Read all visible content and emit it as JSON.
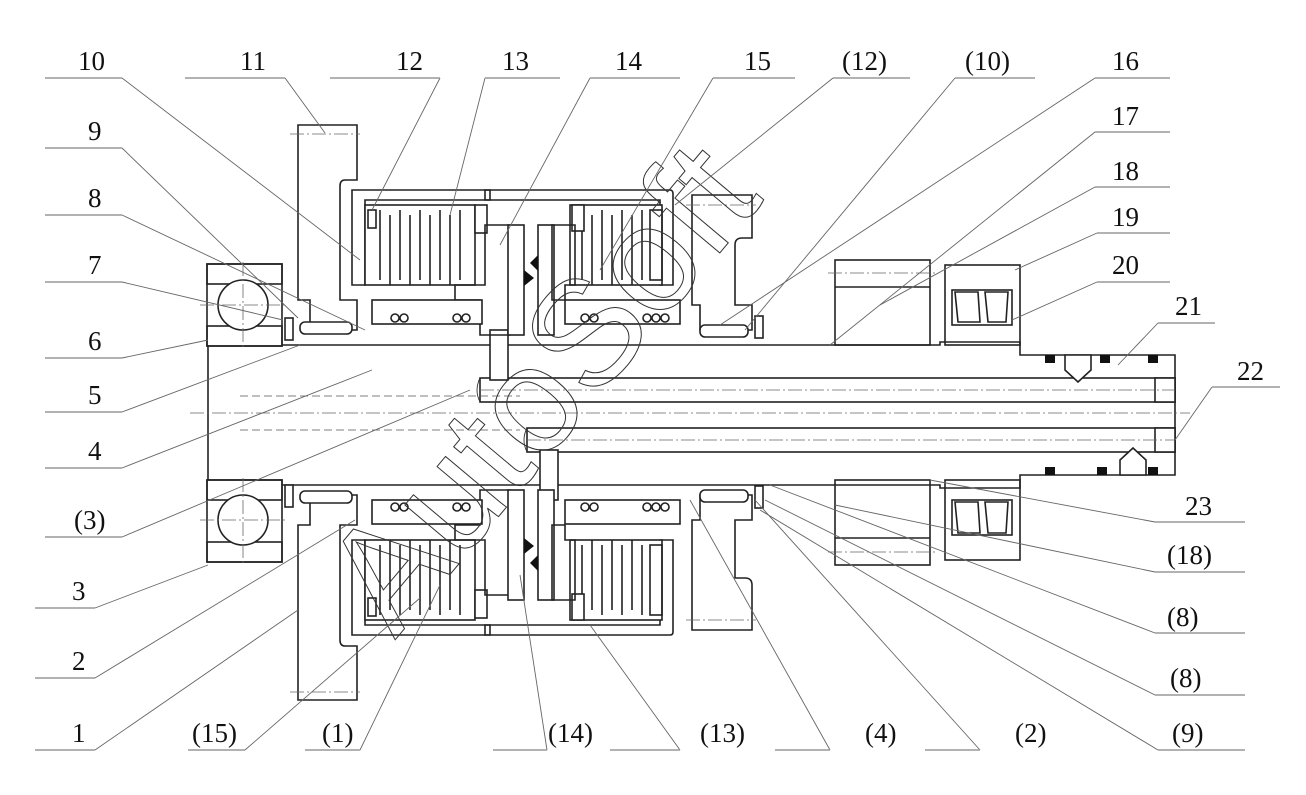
{
  "figure": {
    "type": "mechanical cross-section drawing",
    "watermark": "AutoSoft",
    "callouts": {
      "top": [
        "10",
        "11",
        "12",
        "13",
        "14",
        "15",
        "(12)",
        "(10)",
        "16"
      ],
      "left": [
        "9",
        "8",
        "7",
        "6",
        "5",
        "4",
        "(3)",
        "3",
        "2",
        "1"
      ],
      "right": [
        "17",
        "18",
        "19",
        "20",
        "21",
        "22",
        "23",
        "(18)",
        "(8)",
        "(8)",
        "(9)"
      ],
      "bottom": [
        "(15)",
        "(1)",
        "(14)",
        "(13)",
        "(4)",
        "(2)"
      ]
    }
  }
}
